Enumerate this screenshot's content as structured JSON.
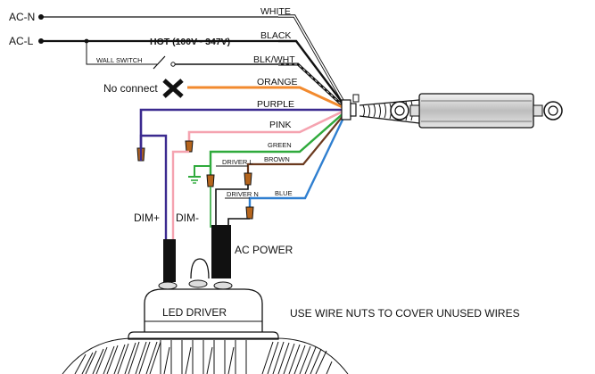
{
  "labels": {
    "ac_n": "AC-N",
    "ac_l": "AC-L",
    "hot": "HOT (100V~ 347V)",
    "wall_switch": "WALL SWITCH",
    "no_connect": "No connect",
    "driver_l": "DRIVER L",
    "driver_n": "DRIVER N",
    "dim_plus": "DIM+",
    "dim_minus": "DIM-",
    "ac_power": "AC POWER",
    "led_driver": "LED DRIVER",
    "note": "USE WIRE NUTS TO COVER UNUSED WIRES"
  },
  "wires": [
    {
      "label": "WHITE",
      "color": "#ffffff"
    },
    {
      "label": "BLACK",
      "color": "#111111"
    },
    {
      "label": "BLK/WHT",
      "color": "#111111"
    },
    {
      "label": "ORANGE",
      "color": "#f28a2e"
    },
    {
      "label": "PURPLE",
      "color": "#3b2a8f"
    },
    {
      "label": "PINK",
      "color": "#f5a3b0"
    },
    {
      "label": "GREEN",
      "color": "#2faa3c"
    },
    {
      "label": "BROWN",
      "color": "#6b3a1f"
    },
    {
      "label": "BLUE",
      "color": "#2f7fd0"
    }
  ]
}
